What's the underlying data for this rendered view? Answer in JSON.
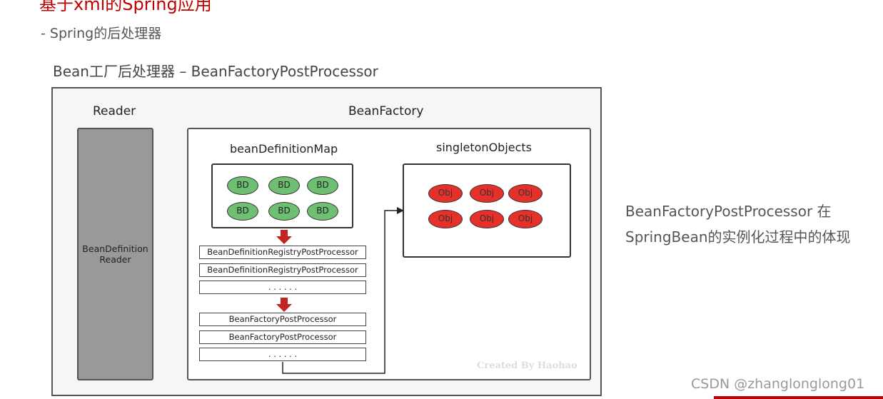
{
  "header": {
    "title": "基于xml的Spring应用",
    "subtitle": "- Spring的后处理器",
    "section_title": "Bean工厂后处理器 – BeanFactoryPostProcessor"
  },
  "diagram": {
    "reader_title": "Reader",
    "reader_label": "BeanDefinitionReader",
    "beanfactory_title": "BeanFactory",
    "bean_definition_map_title": "beanDefinitionMap",
    "singleton_objects_title": "singletonObjects",
    "bd_chips": [
      "BD",
      "BD",
      "BD",
      "BD",
      "BD",
      "BD"
    ],
    "obj_chips": [
      "Obj",
      "Obj",
      "Obj",
      "Obj",
      "Obj",
      "Obj"
    ],
    "processors": [
      "BeanDefinitionRegistryPostProcessor",
      "BeanDefinitionRegistryPostProcessor",
      ". . .   . . .",
      "BeanFactoryPostProcessor",
      "BeanFactoryPostProcessor",
      ". . .   . . ."
    ],
    "watermark": "Created By Haohao",
    "colors": {
      "bd": "#6fbf73",
      "obj": "#e8302a",
      "arrow": "#c0261f"
    }
  },
  "side_note": {
    "line1": "BeanFactoryPostProcessor 在",
    "line2": "SpringBean的实例化过程中的体现"
  },
  "footer": {
    "credit": "CSDN @zhanglonglong01"
  }
}
